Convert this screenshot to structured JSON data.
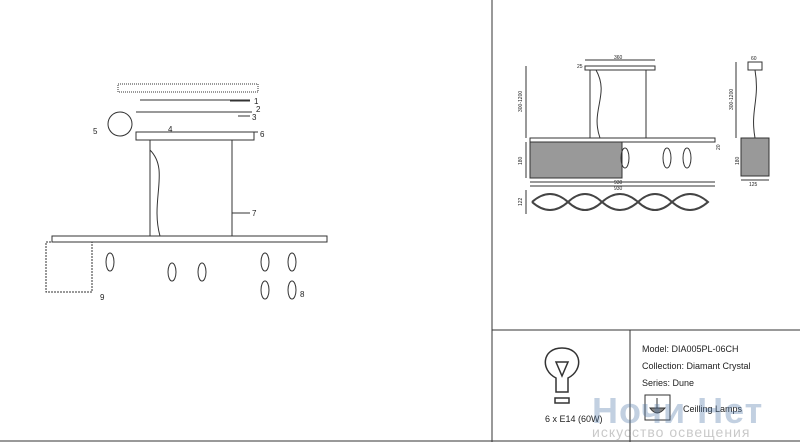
{
  "callouts": [
    "1",
    "2",
    "3",
    "4",
    "5",
    "6",
    "7",
    "8",
    "9"
  ],
  "dimensions": {
    "canopy_width": "360",
    "total_length_front": "930",
    "total_length_top": "930",
    "suspension_range": "300-1200",
    "suspension_range_side": "300-1200",
    "canopy_height": "25",
    "height": "180",
    "height_side": "180",
    "bar_height": "20",
    "depth_top": "122",
    "canopy_depth": "60",
    "side_width": "125"
  },
  "lamp": {
    "label": "6 x E14 (60W)"
  },
  "spec": {
    "model": "Model: DIA005PL-06CH",
    "collection": "Collection: Diamant Crystal",
    "series": "Series: Dune",
    "category": "Ceilling Lamps"
  },
  "watermark": {
    "brand": "Ночи Нет",
    "tagline": "искусство освещения"
  }
}
